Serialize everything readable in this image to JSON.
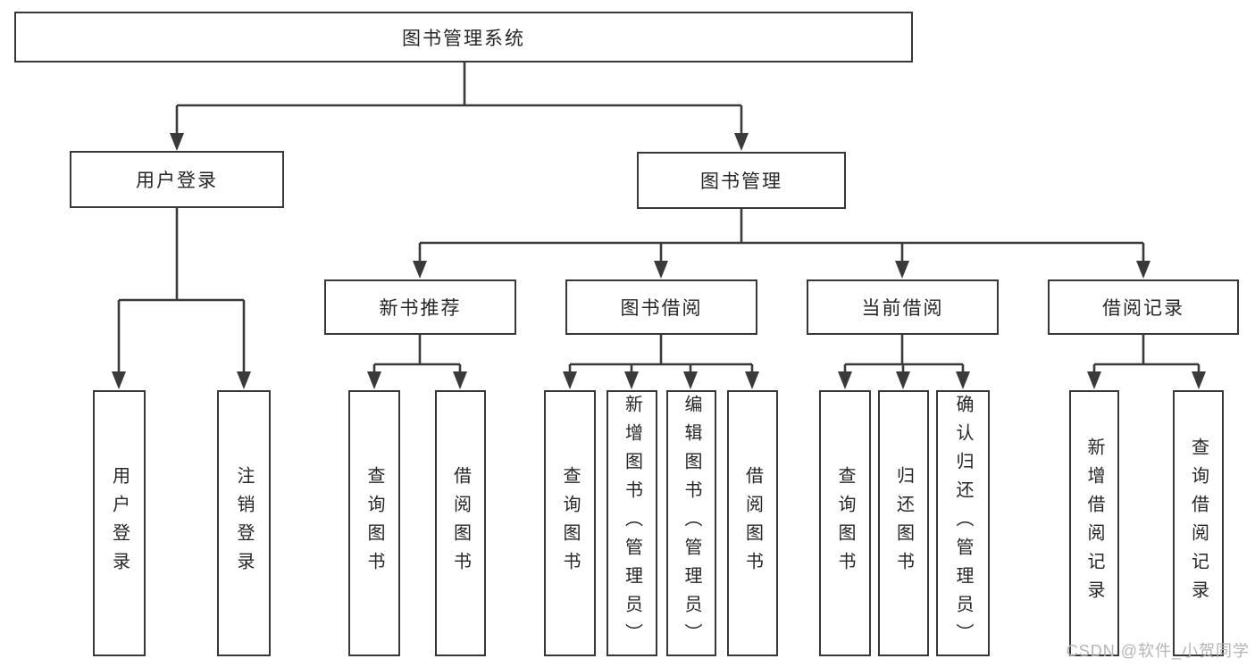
{
  "diagram": {
    "type": "hierarchy-tree",
    "watermark": "CSDN @软件_小贺同学",
    "colors": {
      "line": "#3a3a3a",
      "box_border": "#383838",
      "box_fill": "#ffffff",
      "text": "#262626",
      "watermark": "#b5b5b5",
      "background": "#ffffff"
    },
    "tree": {
      "root": {
        "label": "图书管理系统"
      },
      "branches": [
        {
          "label": "用户登录",
          "children": [
            {
              "label": "用户登录"
            },
            {
              "label": "注销登录"
            }
          ]
        },
        {
          "label": "图书管理",
          "children": [
            {
              "label": "新书推荐",
              "children": [
                {
                  "label": "查询图书"
                },
                {
                  "label": "借阅图书"
                }
              ]
            },
            {
              "label": "图书借阅",
              "children": [
                {
                  "label": "查询图书"
                },
                {
                  "label": "新增图书（管理员）"
                },
                {
                  "label": "编辑图书（管理员）"
                },
                {
                  "label": "借阅图书"
                }
              ]
            },
            {
              "label": "当前借阅",
              "children": [
                {
                  "label": "查询图书"
                },
                {
                  "label": "归还图书"
                },
                {
                  "label": "确认归还（管理员）"
                }
              ]
            },
            {
              "label": "借阅记录",
              "children": [
                {
                  "label": "新增借阅记录"
                },
                {
                  "label": "查询借阅记录"
                }
              ]
            }
          ]
        }
      ]
    }
  }
}
